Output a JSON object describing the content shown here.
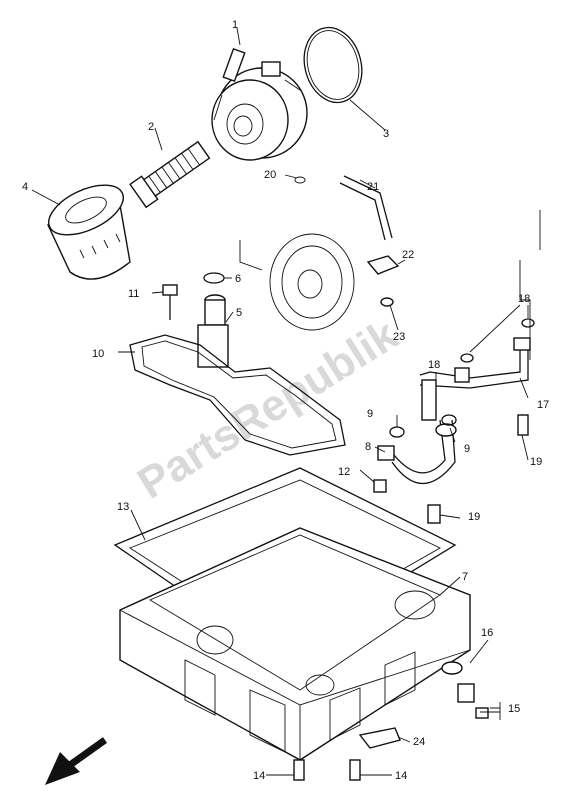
{
  "watermark": "PartsRepublik",
  "callouts": [
    "1",
    "2",
    "3",
    "4",
    "5",
    "6",
    "7",
    "8",
    "9",
    "9",
    "10",
    "11",
    "12",
    "13",
    "14",
    "14",
    "15",
    "16",
    "17",
    "18",
    "18",
    "19",
    "19",
    "20",
    "21",
    "22",
    "23",
    "24"
  ],
  "colors": {
    "line": "#111111",
    "watermark": "#d9d9d9",
    "background": "#ffffff"
  },
  "icons": {
    "front_arrow": "arrow-down-left-icon"
  }
}
